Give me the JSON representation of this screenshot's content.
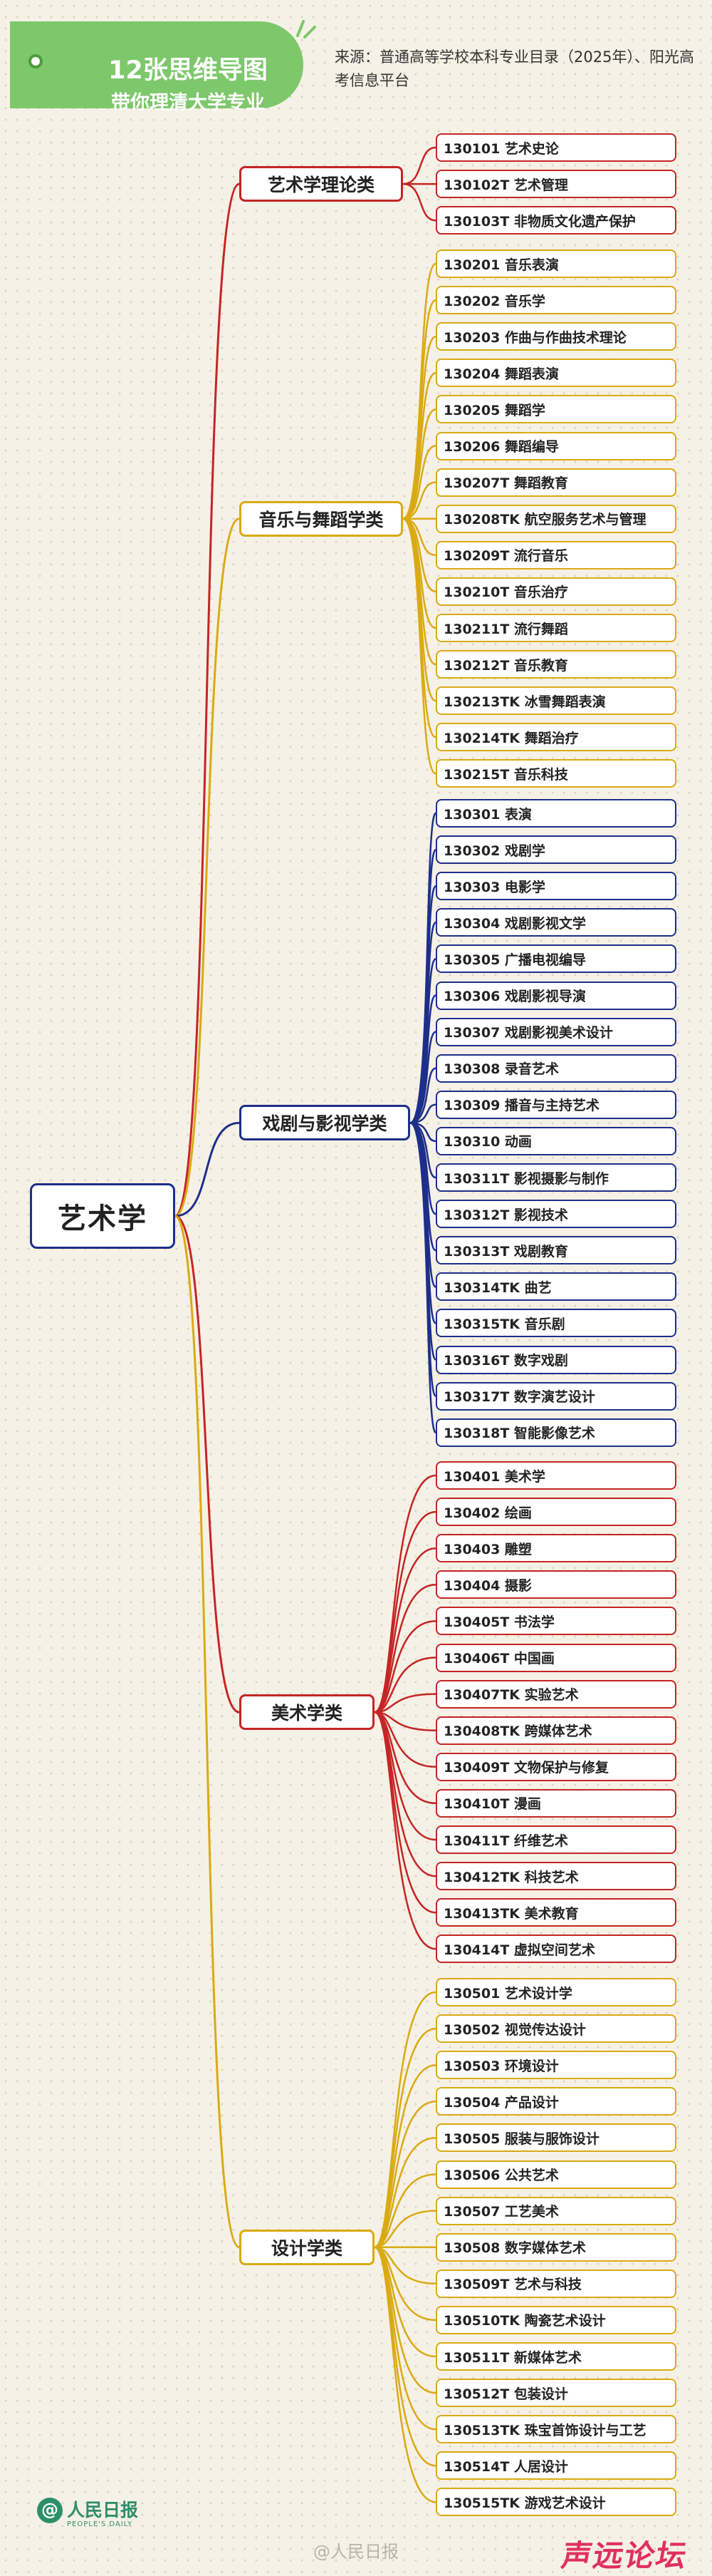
{
  "header": {
    "title_line1": "12张思维导图",
    "title_line2": "带你理清大学专业",
    "source": "来源：普通高等学校本科专业目录（2025年）、阳光高考信息平台"
  },
  "root": {
    "label": "艺术学",
    "color": "#1d2f8a"
  },
  "categories": [
    {
      "label": "艺术学理论类",
      "color": "#c42525",
      "items": [
        "130101 艺术史论",
        "130102T 艺术管理",
        "130103T 非物质文化遗产保护"
      ]
    },
    {
      "label": "音乐与舞蹈学类",
      "color": "#d9aa14",
      "items": [
        "130201 音乐表演",
        "130202 音乐学",
        "130203 作曲与作曲技术理论",
        "130204 舞蹈表演",
        "130205 舞蹈学",
        "130206 舞蹈编导",
        "130207T 舞蹈教育",
        "130208TK 航空服务艺术与管理",
        "130209T 流行音乐",
        "130210T 音乐治疗",
        "130211T 流行舞蹈",
        "130212T 音乐教育",
        "130213TK 冰雪舞蹈表演",
        "130214TK 舞蹈治疗",
        "130215T 音乐科技"
      ]
    },
    {
      "label": "戏剧与影视学类",
      "color": "#1d2f8a",
      "items": [
        "130301 表演",
        "130302 戏剧学",
        "130303 电影学",
        "130304 戏剧影视文学",
        "130305 广播电视编导",
        "130306 戏剧影视导演",
        "130307 戏剧影视美术设计",
        "130308 录音艺术",
        "130309 播音与主持艺术",
        "130310 动画",
        "130311T 影视摄影与制作",
        "130312T 影视技术",
        "130313T 戏剧教育",
        "130314TK 曲艺",
        "130315TK 音乐剧",
        "130316T 数字戏剧",
        "130317T 数字演艺设计",
        "130318T 智能影像艺术"
      ]
    },
    {
      "label": "美术学类",
      "color": "#c42525",
      "items": [
        "130401 美术学",
        "130402 绘画",
        "130403 雕塑",
        "130404 摄影",
        "130405T 书法学",
        "130406T 中国画",
        "130407TK 实验艺术",
        "130408TK 跨媒体艺术",
        "130409T 文物保护与修复",
        "130410T 漫画",
        "130411T 纤维艺术",
        "130412TK 科技艺术",
        "130413TK 美术教育",
        "130414T 虚拟空间艺术"
      ]
    },
    {
      "label": "设计学类",
      "color": "#d9aa14",
      "items": [
        "130501 艺术设计学",
        "130502 视觉传达设计",
        "130503 环境设计",
        "130504 产品设计",
        "130505 服装与服饰设计",
        "130506 公共艺术",
        "130507 工艺美术",
        "130508 数字媒体艺术",
        "130509T 艺术与科技",
        "130510TK 陶瓷艺术设计",
        "130511T 新媒体艺术",
        "130512T 包装设计",
        "130513TK 珠宝首饰设计与工艺",
        "130514T 人居设计",
        "130515TK 游戏艺术设计"
      ]
    }
  ],
  "footer": {
    "logo_text": "人民日报",
    "logo_en": "PEOPLE'S DAILY",
    "watermark": "@人民日报",
    "brand": "声远论坛"
  }
}
